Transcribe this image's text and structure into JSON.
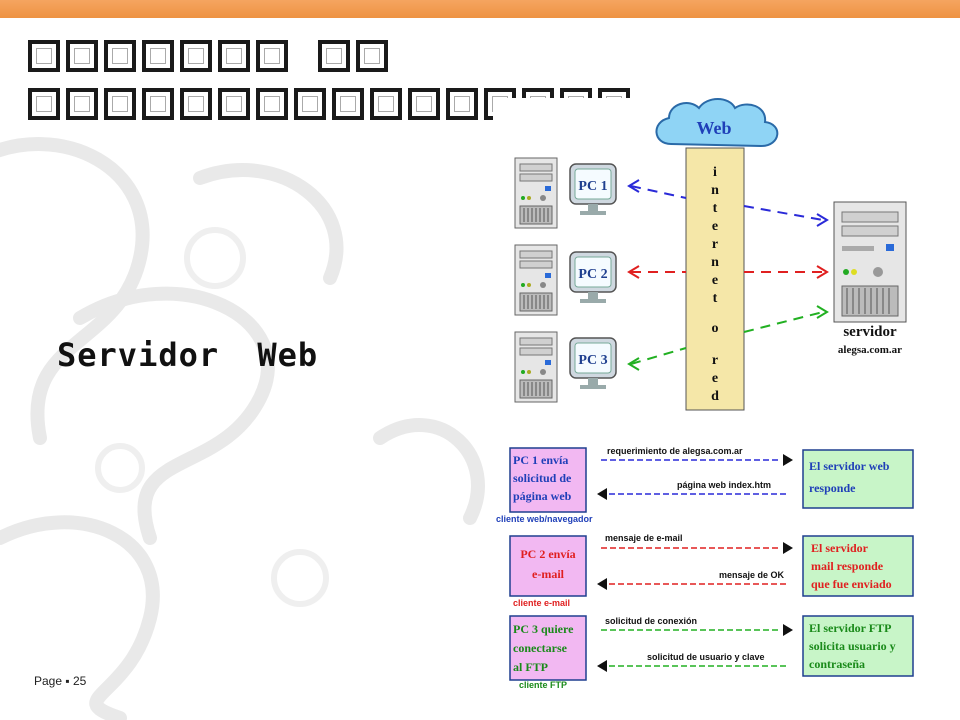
{
  "slide": {
    "title": "",
    "subtitle": "Servidor Web",
    "footer": "Page ▪ 25"
  },
  "colors": {
    "accent_bar": "#f09a4a",
    "blue_arrow": "#2a2ad8",
    "red_arrow": "#e02020",
    "green_arrow": "#22b022",
    "client_box": "#f2b8f2",
    "server_box": "#c8f5c8",
    "backbone": "#f5e7a8"
  },
  "diagram": {
    "cloud_label": "Web",
    "backbone_letters": [
      "i",
      "n",
      "t",
      "e",
      "r",
      "n",
      "e",
      "t",
      "",
      "o",
      "",
      "r",
      "e",
      "d"
    ],
    "pcs": [
      "PC 1",
      "PC 2",
      "PC 3"
    ],
    "server_label": "servidor",
    "server_domain": "alegsa.com.ar"
  },
  "flows": [
    {
      "client_lines": [
        "PC 1 envía",
        "solicitud de",
        "página web"
      ],
      "client_caption": "cliente web/navegador",
      "request": "requerimiento de alegsa.com.ar",
      "response": "página web index.htm",
      "server_lines": [
        "El servidor web",
        "responde"
      ]
    },
    {
      "client_lines": [
        "PC 2 envía",
        "e-mail"
      ],
      "client_caption": "cliente e-mail",
      "request": "mensaje de e-mail",
      "response": "mensaje de OK",
      "server_lines": [
        "El servidor",
        "mail responde",
        "que fue enviado"
      ]
    },
    {
      "client_lines": [
        "PC 3 quiere",
        "conectarse",
        "al FTP"
      ],
      "client_caption": "cliente FTP",
      "request": "solicitud de conexión",
      "response": "solicitud de usuario y clave",
      "server_lines": [
        "El servidor FTP",
        "solicita usuario y",
        "contraseña"
      ]
    }
  ]
}
